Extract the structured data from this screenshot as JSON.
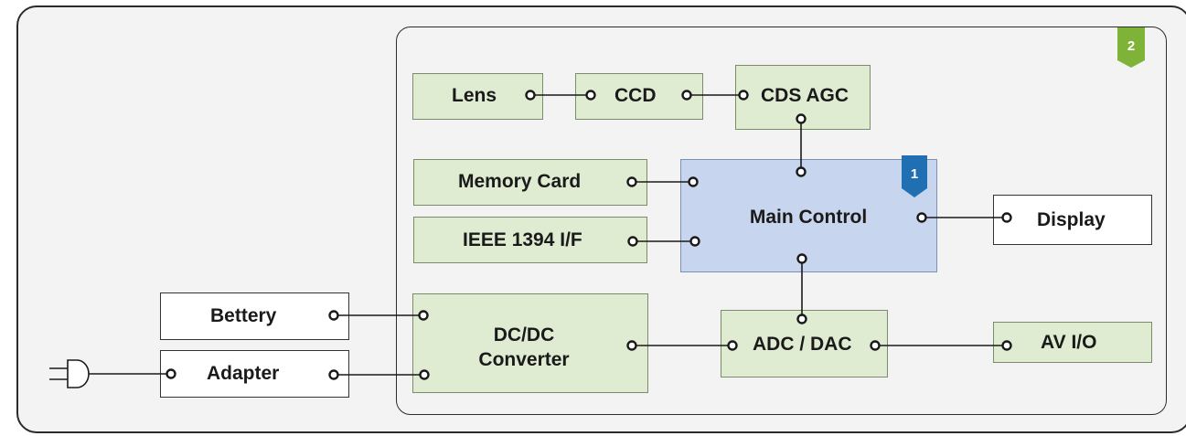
{
  "badges": {
    "outer": "2",
    "main": "1"
  },
  "blocks": {
    "lens": "Lens",
    "ccd": "CCD",
    "cds_agc": "CDS AGC",
    "memory_card": "Memory Card",
    "ieee": "IEEE 1394 I/F",
    "main_control": "Main Control",
    "display": "Display",
    "battery": "Bettery",
    "adapter": "Adapter",
    "dcdc_line1": "DC/DC",
    "dcdc_line2": "Converter",
    "adc_dac": "ADC / DAC",
    "av_io": "AV I/O"
  },
  "colors": {
    "block_green": "#e0ecd2",
    "block_blue": "#c7d5ee",
    "badge_green": "#7fb338",
    "badge_blue": "#1f6fb2"
  },
  "icons": [
    "power-plug-icon"
  ]
}
